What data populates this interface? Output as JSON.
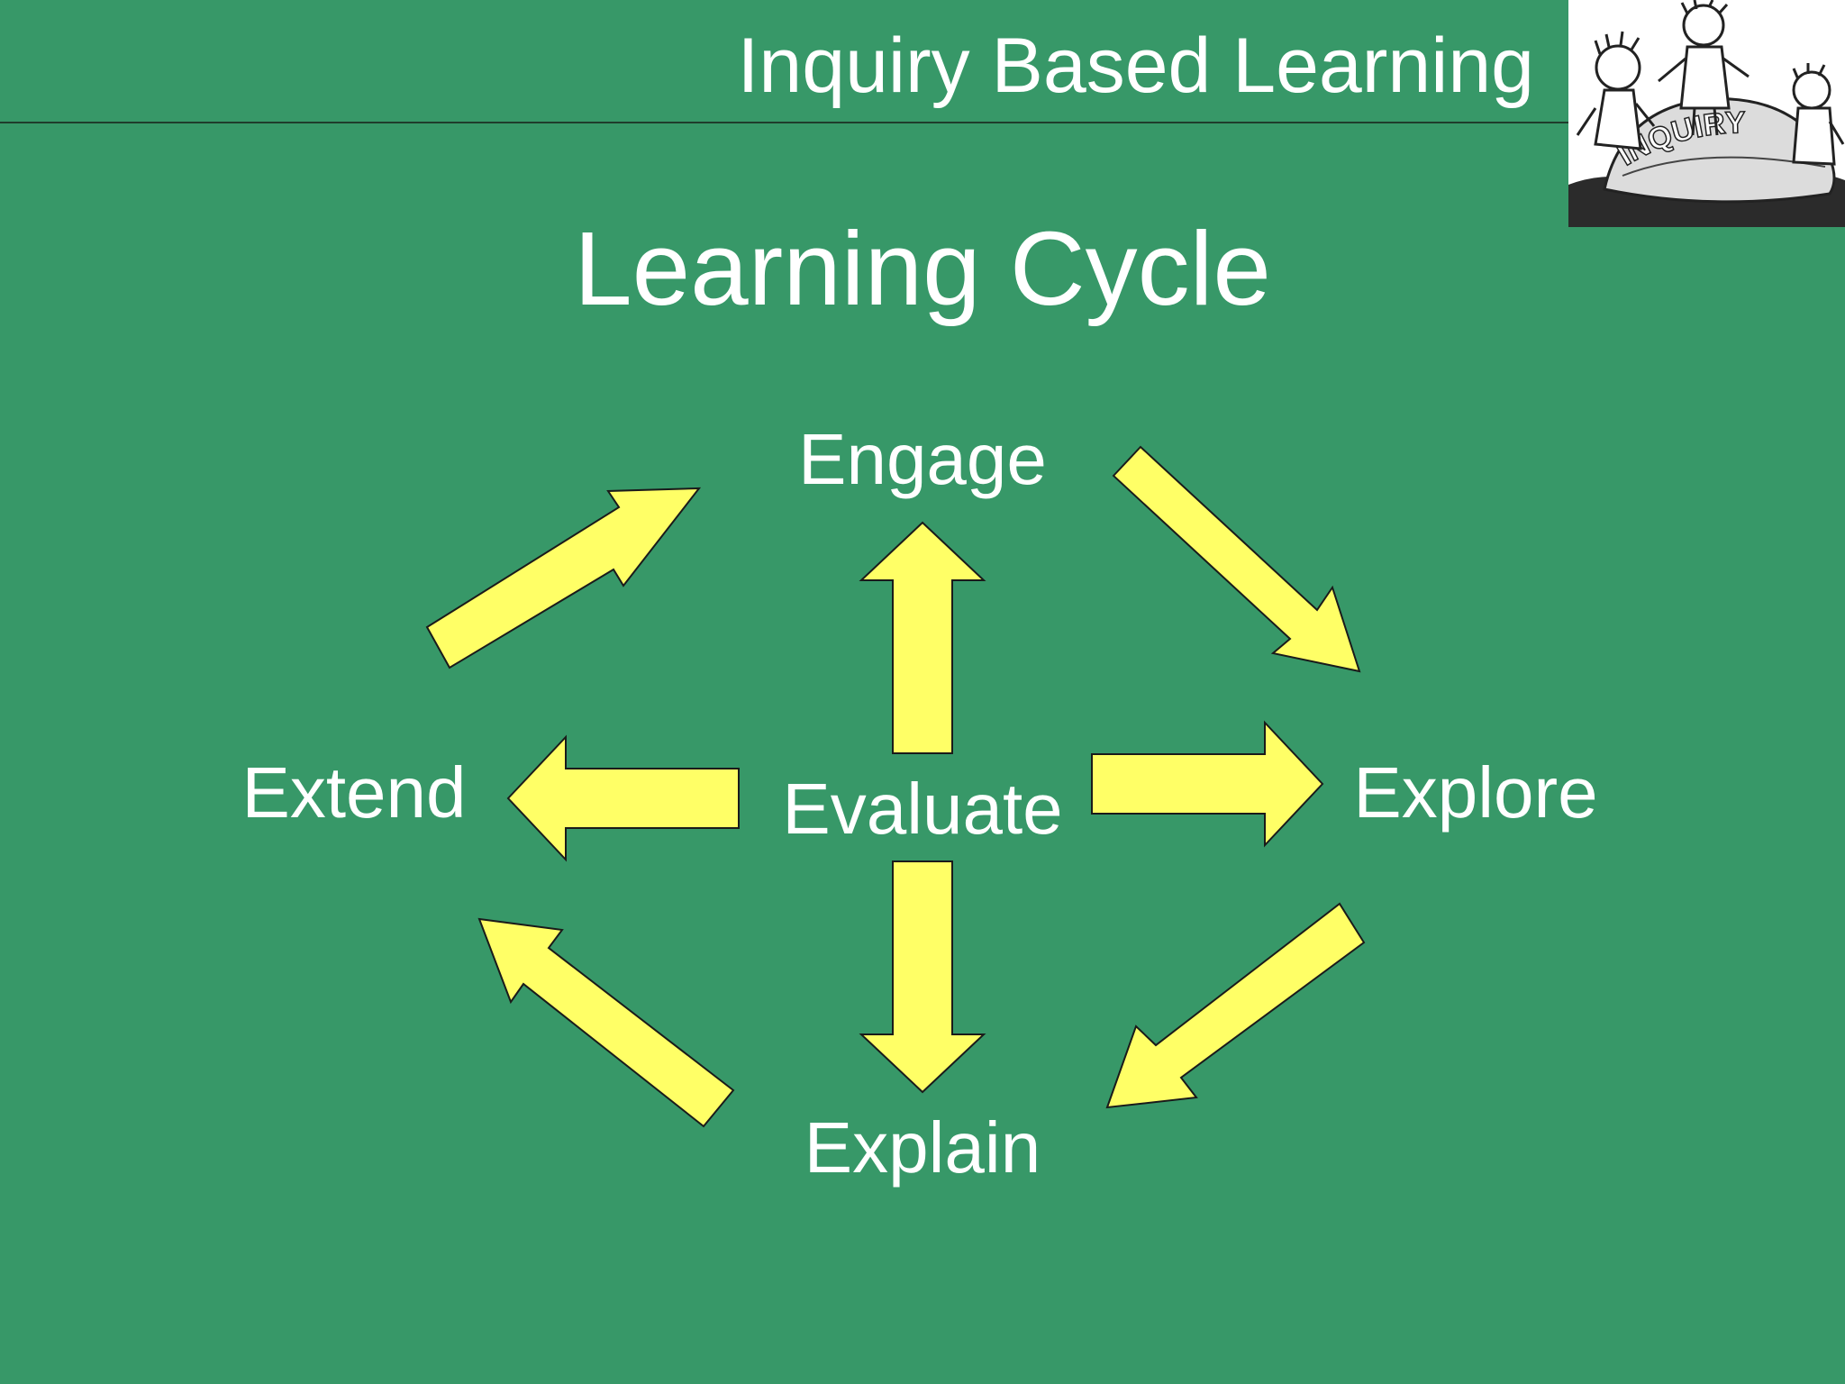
{
  "header": {
    "title": "Inquiry Based Learning",
    "logo_text": "INQUIRY"
  },
  "slide": {
    "title": "Learning Cycle"
  },
  "diagram": {
    "nodes": {
      "engage": "Engage",
      "explore": "Explore",
      "explain": "Explain",
      "extend": "Extend",
      "evaluate": "Evaluate"
    },
    "cycle_order": [
      "Engage",
      "Explore",
      "Explain",
      "Extend",
      "Engage"
    ],
    "center_links": [
      "Engage",
      "Explore",
      "Explain",
      "Extend"
    ],
    "colors": {
      "background": "#379868",
      "arrow_fill": "#ffff66",
      "arrow_stroke": "#1a1a1a",
      "text": "#ffffff"
    }
  }
}
